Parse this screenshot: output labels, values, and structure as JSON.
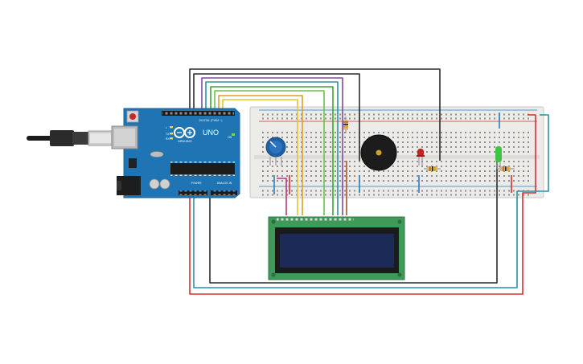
{
  "board": {
    "brand": "ARDUINO",
    "model": "UNO",
    "digital_label": "DIGITAL (PWM ~)",
    "analog_label": "ANALOG IN",
    "power_label": "POWER",
    "tx_label": "TX",
    "rx_label": "RX",
    "led_label": "L",
    "on_label": "ON",
    "icons": [
      "infinity-logo-icon",
      "usb-cable-icon",
      "reset-button-icon"
    ]
  },
  "colors": {
    "board": "#1f75b4",
    "breadboard": "#ecebe8",
    "lcd_pcb": "#3e9a58",
    "lcd_screen": "#1c2a57",
    "wire_red": "#d6312d",
    "wire_black": "#2b2b2b",
    "wire_teal": "#2f8fa3",
    "wire_purple": "#7c4d9e",
    "wire_green": "#3fa535",
    "wire_orange": "#e0a020",
    "wire_yellow": "#e8c52c",
    "wire_brown": "#9a5a2a",
    "wire_blue": "#2a7fc0",
    "led_red": "#c0261f",
    "led_green": "#3fc444",
    "buzzer": "#1c1c1c",
    "potentiometer": "#1f5fa3"
  }
}
